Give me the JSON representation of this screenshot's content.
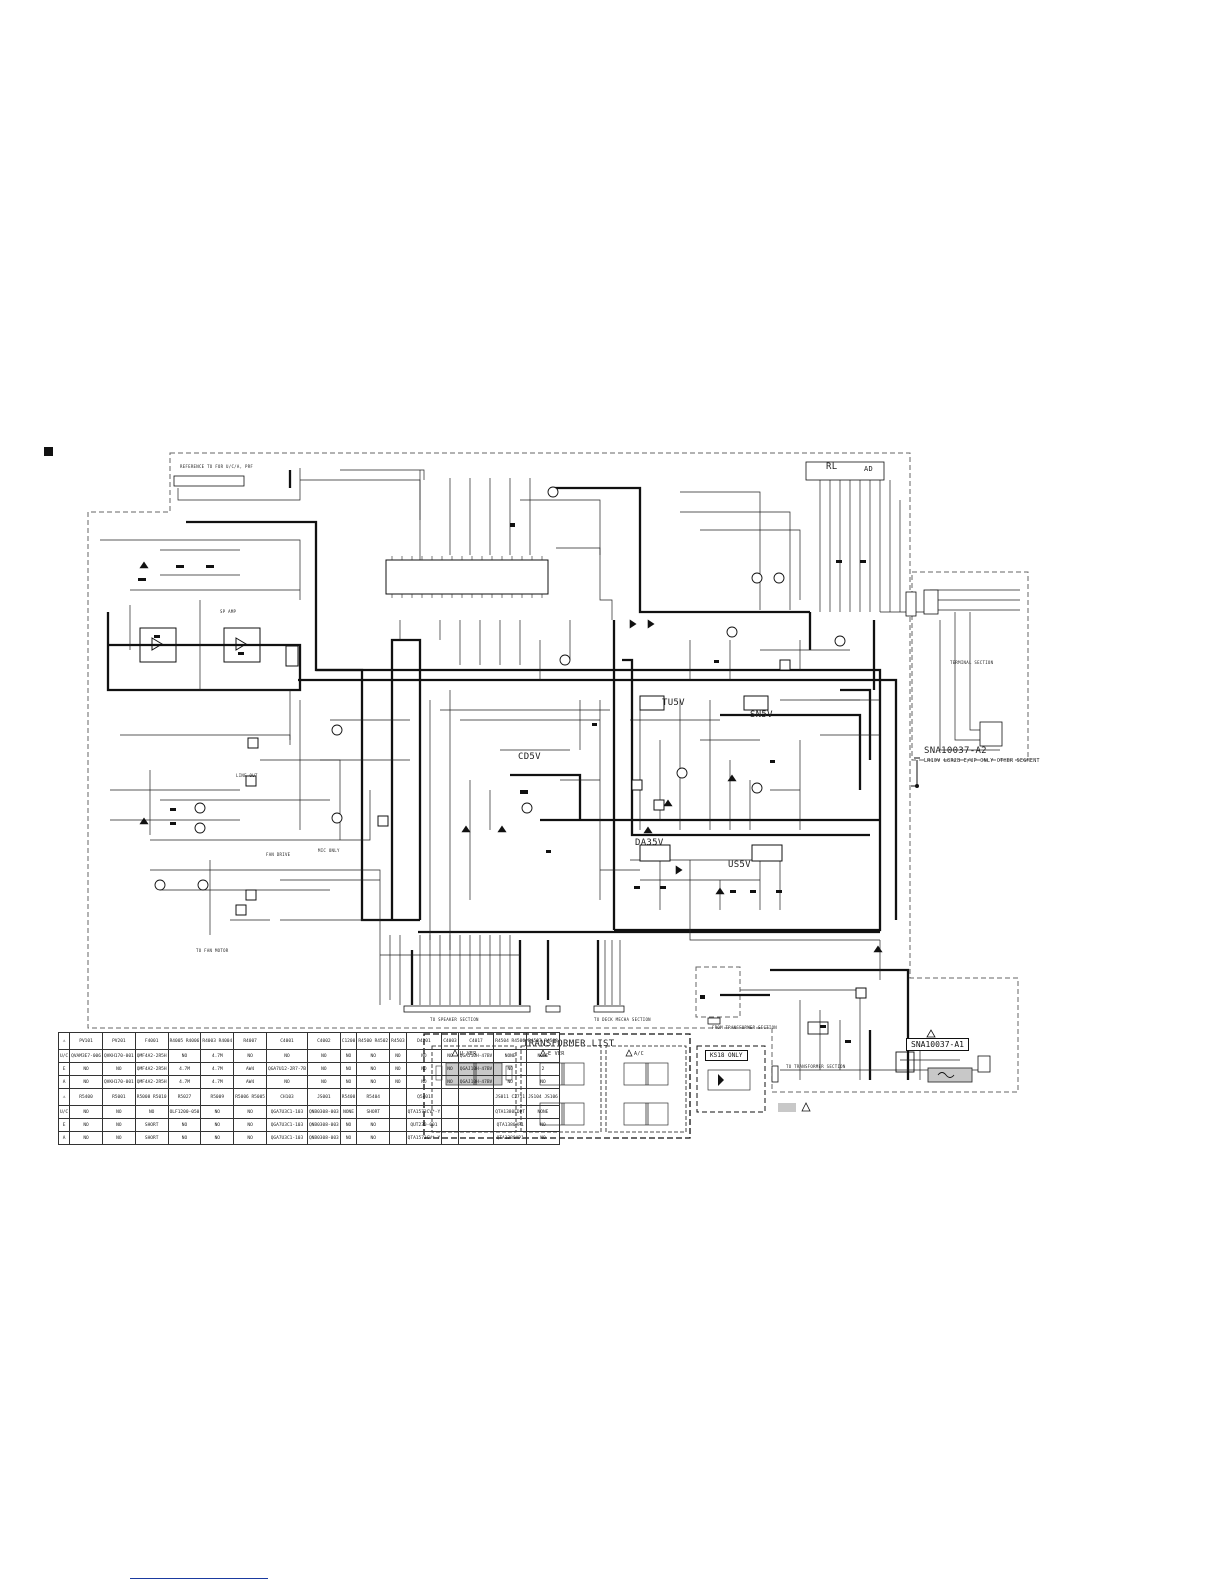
{
  "labels": {
    "rl": "RL",
    "ad_label": "AD",
    "cd5v": "CD5V",
    "tu5v": "TU5V",
    "sn5v": "SN5V",
    "da35v": "DA35V",
    "us5v": "US5V",
    "terminal_section": "TERMINAL SECTION",
    "board_a2": "SNA10037-A2",
    "board_a1": "SNA10037-A1",
    "board_a2_note": "LR10V L8R2B E/UP ONLY OTHER SEGMENT",
    "transformer_list": "TRANSFORMER LIST",
    "u_ver": "U VER",
    "e_ver": "E VER",
    "ad_ver": "A/C",
    "ks18_only": "KS18 ONLY",
    "to_trans_note": "TO TRANSFORMER SECTION",
    "mic_only": "MIC ONLY",
    "line_out": "LINE OUT",
    "fan_drive": "FAN DRIVE",
    "to_fan_motor": "TO FAN MOTOR",
    "to_spkr": "TO SPEAKER SECTION",
    "to_mecha": "TO DECK MECHA SECTION",
    "from_trans": "FROM TRANSFORMER SECTION",
    "sp_amp": "SP AMP",
    "header_note": "REFERENCE TO FOR U/C/A, PRF"
  },
  "parts_table": {
    "rows1": [
      [
        "⚠",
        "PV101",
        "PV201",
        "F4001",
        "R4005 R4006",
        "R4003 R4004",
        "R4007",
        "C4001",
        "C4002",
        "C1200",
        "R4500 R4502",
        "R4503",
        "D4201",
        "C4003",
        "C4017",
        "R4504 R4506",
        "R4507 R4508"
      ],
      [
        "U/C",
        "QVAM3E7-006",
        "QVKH170-001",
        "QMF4A2-2R5H",
        "NO",
        "4.7M",
        "NO",
        "NO",
        "NO",
        "NO",
        "NO",
        "NO",
        "NO",
        "NO",
        "QGAJ10H-47BV",
        "NONE",
        "NONE"
      ],
      [
        "E",
        "NO",
        "NO",
        "QMF4A2-2R5H",
        "4.7M",
        "4.7M",
        "AW4",
        "QGA7U12-2R7-7B",
        "NO",
        "NO",
        "NO",
        "NO",
        "NO",
        "NO",
        "QGAJ10H-47BV",
        "NO",
        "2"
      ],
      [
        "A",
        "NO",
        "QVKH170-001",
        "QMF4A2-2R5H",
        "4.7M",
        "4.7M",
        "AW4",
        "NO",
        "NO",
        "NO",
        "NO",
        "NO",
        "NO",
        "NO",
        "QGAJ10H-47BV",
        "NO",
        "NO"
      ]
    ],
    "rows2": [
      [
        "⚠",
        "R5400",
        "R5001",
        "R5008 R5010",
        "R5027",
        "R5009",
        "R5006 R5005",
        "CH103",
        "JS001",
        "R5400",
        "R5404",
        "",
        "Q5401",
        "",
        "",
        "JS011 C2711",
        "JS104 JS106"
      ],
      [
        "U/C",
        "NO",
        "NO",
        "NO",
        "OLF1200-050",
        "NO",
        "NO",
        "QGA7U3C1-103",
        "QNB0308-003",
        "NONE",
        "SHORT",
        "",
        "QTA1573CV*-Y",
        "",
        "",
        "QTA1380LDPT",
        "NONE"
      ],
      [
        "E",
        "NO",
        "NO",
        "SHORT",
        "NO",
        "NO",
        "NO",
        "QGA7U3C1-103",
        "QNB0308-003",
        "NO",
        "NO",
        "",
        "QUT230-001",
        "",
        "",
        "QTA1380AP1",
        "NO"
      ],
      [
        "A",
        "NO",
        "NO",
        "SHORT",
        "NO",
        "NO",
        "NO",
        "QGA7U3C1-103",
        "QNB0308-003",
        "NO",
        "NO",
        "",
        "QTA1573CV*-Y",
        "",
        "",
        "QTA1380AP1",
        "NO"
      ]
    ]
  },
  "colors": {
    "ink": "#111111",
    "dash": "#555555",
    "link": "#1a3aa0",
    "shade": "#b9b9b9"
  }
}
